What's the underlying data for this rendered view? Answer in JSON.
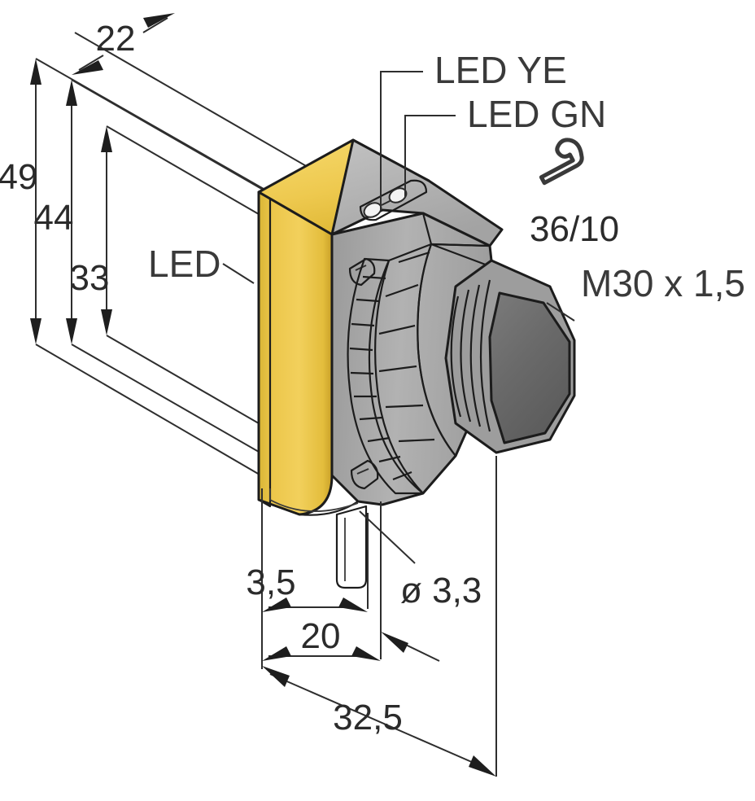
{
  "drawing": {
    "type": "dimensional-drawing",
    "subject": "Photoelectric sensor, rectangular housing with M30 threaded lens barrel",
    "background_color": "#ffffff",
    "colors": {
      "body_yellow_front": "#e9c242",
      "body_yellow_top": "#f0cf57",
      "body_yellow_side": "#d8ae2e",
      "housing_gray": "#a6a6a6",
      "housing_gray_light": "#b8b8b8",
      "housing_gray_dark": "#8a8a8a",
      "lens_dark": "#6e6e6e",
      "outline": "#1c1c1c",
      "dimension_line": "#2e2e2e",
      "text": "#2b2b2b"
    }
  },
  "dimensions": {
    "height_overall": "49",
    "height_mid": "44",
    "height_inner": "33",
    "depth_top": "22",
    "offset_cable": "3,5",
    "width_body": "20",
    "width_overall": "32,5",
    "cable_diameter": "ø 3,3"
  },
  "callouts": {
    "led_yellow": "LED YE",
    "led_green": "LED GN",
    "led_side": "LED",
    "thread": "M30 x 1,5",
    "torque": "36/10",
    "wrench_icon": "wrench-icon"
  },
  "units": "mm"
}
